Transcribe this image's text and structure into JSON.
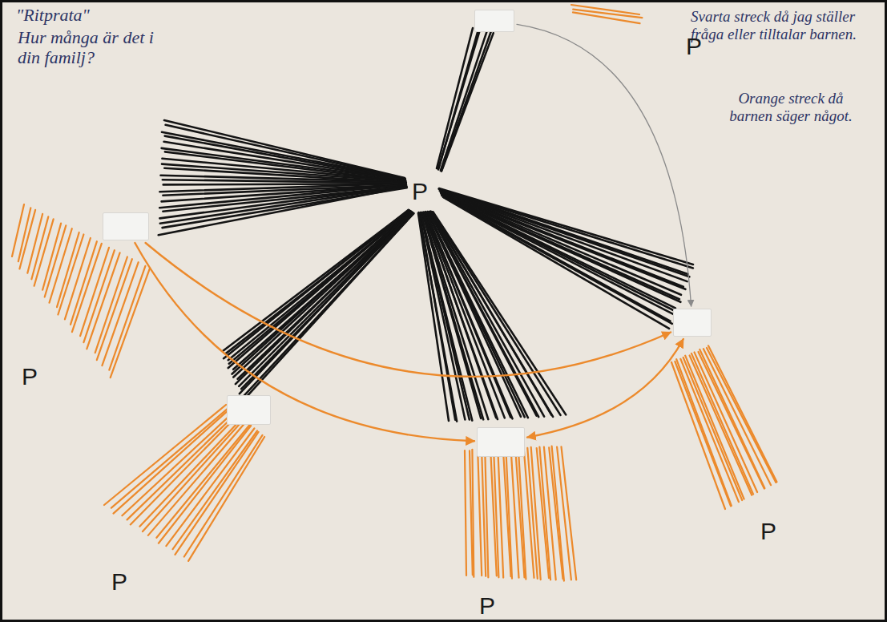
{
  "diagram": {
    "title": "\"Ritprata\"",
    "nodes": [
      {
        "text": [
          "P"
        ]
      },
      {
        "text": [
          "P"
        ]
      },
      {
        "text": [
          "P"
        ]
      },
      {
        "text": [
          "P"
        ]
      },
      {
        "text": [
          "P"
        ]
      }
    ],
    "edges": [
      {
        "from": 1,
        "to": 2,
        "arrow": "to"
      },
      {
        "from": 1,
        "to": 4,
        "arrow": "to"
      },
      {
        "from": 2,
        "to": 4,
        "arrow": "both"
      },
      {
        "from": 0,
        "to": 2,
        "arrow": "to"
      }
    ],
    "labels": [
      "Hur många är det i din familj?",
      "Svarta streck då jag ställer fråga eller tilltalar barnen.",
      "Orange streck då barnen säger något.",
      "P"
    ]
  }
}
